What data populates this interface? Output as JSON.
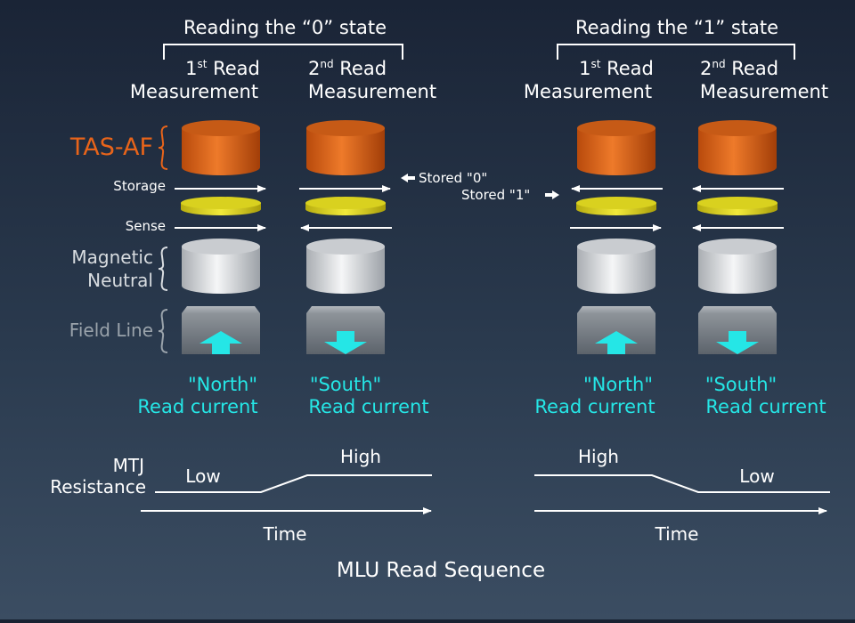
{
  "title": "MLU Read Sequence",
  "panels": [
    {
      "heading": "Reading the “0” state",
      "col1": {
        "line1": "1",
        "sup": "st",
        "line1b": " Read",
        "line2": "Measurement"
      },
      "col2": {
        "line1": "2",
        "sup": "nd",
        "line1b": " Read",
        "line2": "Measurement"
      },
      "current1": {
        "line1": "\"North\"",
        "line2": "Read current"
      },
      "current2": {
        "line1": "\"South\"",
        "line2": "Read current"
      },
      "res_low": "Low",
      "res_high": "High",
      "time": "Time"
    },
    {
      "heading": "Reading the “1” state",
      "col1": {
        "line1": "1",
        "sup": "st",
        "line1b": " Read",
        "line2": "Measurement"
      },
      "col2": {
        "line1": "2",
        "sup": "nd",
        "line1b": " Read",
        "line2": "Measurement"
      },
      "current1": {
        "line1": "\"North\"",
        "line2": "Read current"
      },
      "current2": {
        "line1": "\"South\"",
        "line2": "Read current"
      },
      "res_high": "High",
      "res_low": "Low",
      "time": "Time"
    }
  ],
  "labels": {
    "tas_af": "TAS-AF",
    "storage": "Storage",
    "sense": "Sense",
    "magnetic": "Magnetic",
    "neutral": "Neutral",
    "field_line": "Field Line",
    "mtj": "MTJ",
    "resistance": "Resistance",
    "stored0": "Stored \"0\"",
    "stored1": "Stored \"1\""
  },
  "colors": {
    "orange": "#e8641a",
    "yellow": "#e6dc1e",
    "cyan": "#25e6e6",
    "white": "#ffffff",
    "grey_label": "#9aa3ab"
  }
}
